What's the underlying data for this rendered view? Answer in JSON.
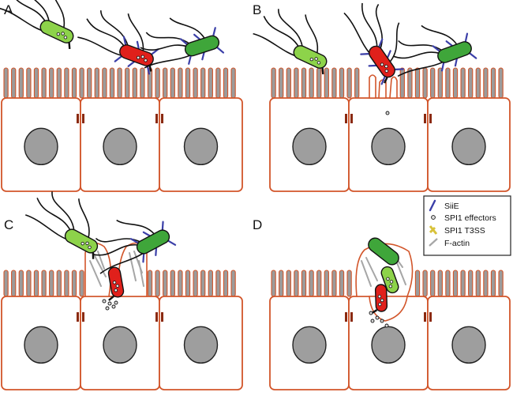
{
  "panels": [
    {
      "id": "A",
      "label": "A"
    },
    {
      "id": "B",
      "label": "B"
    },
    {
      "id": "C",
      "label": "C"
    },
    {
      "id": "D",
      "label": "D"
    }
  ],
  "legend": {
    "items": [
      {
        "key": "siie",
        "label": "SiiE"
      },
      {
        "key": "effectors",
        "label": "SPI1 effectors"
      },
      {
        "key": "t3ss",
        "label": "SPI1 T3SS"
      },
      {
        "key": "factin",
        "label": "F-actin"
      }
    ]
  },
  "colors": {
    "cell_outline": "#d2552a",
    "microvilli_fill": "#9b9b9b",
    "nucleus_fill": "#9e9e9e",
    "bacterium_light_green": "#8dd34a",
    "bacterium_green": "#3fa63a",
    "bacterium_red": "#e0201b",
    "siie": "#3b3fa8",
    "t3ss": "#d8c23a",
    "factin": "#a6a6a6",
    "junction": "#8b2a10"
  }
}
